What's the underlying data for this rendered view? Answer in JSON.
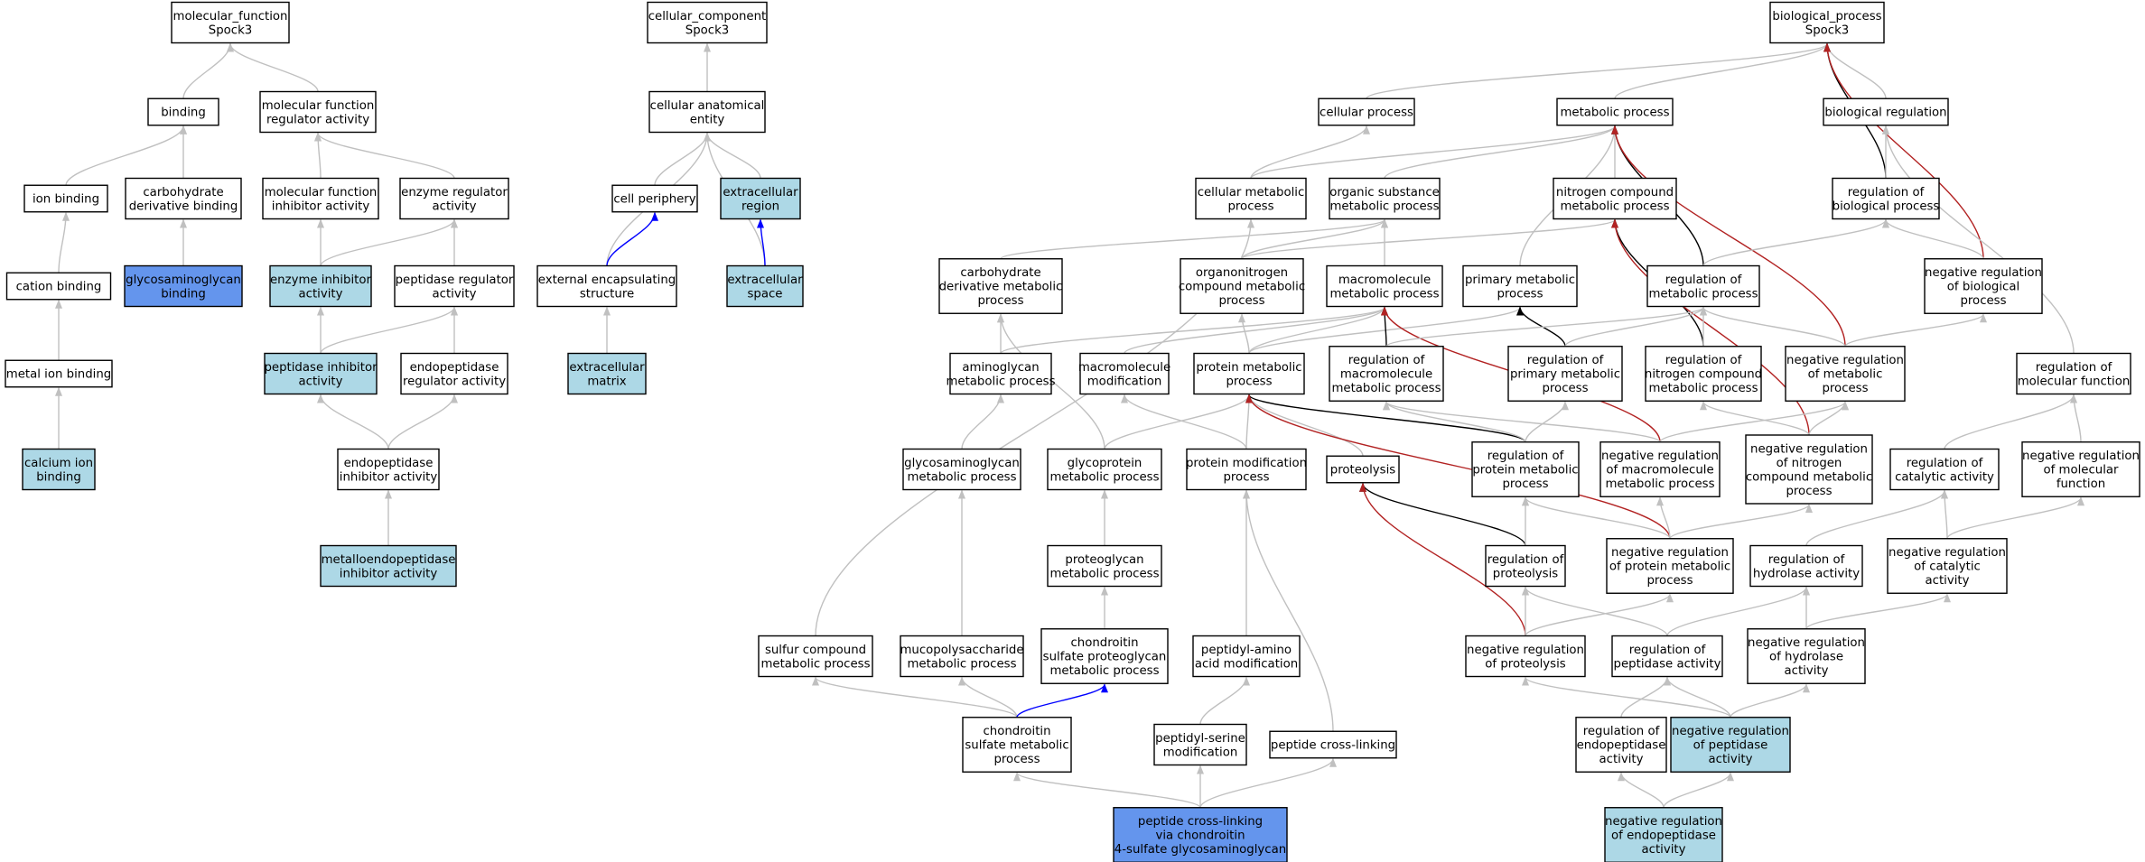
{
  "colors": {
    "default_fill": "#ffffff",
    "query": "#6495ed",
    "annotated": "#add8e6",
    "is_a": "#c0c0c0",
    "part_of": "#0000ff",
    "regulates": "#000000",
    "negatively_regulates": "#b22222"
  },
  "nodes": [
    {
      "id": "mf_root",
      "lines": [
        "molecular_function",
        "Spock3"
      ],
      "style": "default"
    },
    {
      "id": "binding",
      "lines": [
        "binding"
      ],
      "style": "default"
    },
    {
      "id": "mf_reg",
      "lines": [
        "molecular function",
        "regulator activity"
      ],
      "style": "default"
    },
    {
      "id": "ion_binding",
      "lines": [
        "ion binding"
      ],
      "style": "default"
    },
    {
      "id": "carb_deriv_binding",
      "lines": [
        "carbohydrate",
        "derivative binding"
      ],
      "style": "default"
    },
    {
      "id": "mf_inhib",
      "lines": [
        "molecular function",
        "inhibitor activity"
      ],
      "style": "default"
    },
    {
      "id": "enz_reg",
      "lines": [
        "enzyme regulator",
        "activity"
      ],
      "style": "default"
    },
    {
      "id": "cation_binding",
      "lines": [
        "cation binding"
      ],
      "style": "default"
    },
    {
      "id": "gag_binding",
      "lines": [
        "glycosaminoglycan",
        "binding"
      ],
      "style": "query"
    },
    {
      "id": "enz_inhib",
      "lines": [
        "enzyme inhibitor",
        "activity"
      ],
      "style": "annotated"
    },
    {
      "id": "pep_reg",
      "lines": [
        "peptidase regulator",
        "activity"
      ],
      "style": "default"
    },
    {
      "id": "metal_ion",
      "lines": [
        "metal ion binding"
      ],
      "style": "default"
    },
    {
      "id": "pep_inhib",
      "lines": [
        "peptidase inhibitor",
        "activity"
      ],
      "style": "annotated"
    },
    {
      "id": "endopep_reg",
      "lines": [
        "endopeptidase",
        "regulator activity"
      ],
      "style": "default"
    },
    {
      "id": "calcium",
      "lines": [
        "calcium ion",
        "binding"
      ],
      "style": "annotated"
    },
    {
      "id": "endopep_inhib",
      "lines": [
        "endopeptidase",
        "inhibitor activity"
      ],
      "style": "default"
    },
    {
      "id": "metallo",
      "lines": [
        "metalloendopeptidase",
        "inhibitor activity"
      ],
      "style": "annotated"
    },
    {
      "id": "cc_root",
      "lines": [
        "cellular_component",
        "Spock3"
      ],
      "style": "default"
    },
    {
      "id": "cae",
      "lines": [
        "cellular anatomical",
        "entity"
      ],
      "style": "default"
    },
    {
      "id": "periphery",
      "lines": [
        "cell periphery"
      ],
      "style": "default"
    },
    {
      "id": "ec_region",
      "lines": [
        "extracellular",
        "region"
      ],
      "style": "annotated"
    },
    {
      "id": "ext_encap",
      "lines": [
        "external encapsulating",
        "structure"
      ],
      "style": "default"
    },
    {
      "id": "ec_space",
      "lines": [
        "extracellular",
        "space"
      ],
      "style": "annotated"
    },
    {
      "id": "ec_matrix",
      "lines": [
        "extracellular",
        "matrix"
      ],
      "style": "annotated"
    },
    {
      "id": "bp_root",
      "lines": [
        "biological_process",
        "Spock3"
      ],
      "style": "default"
    },
    {
      "id": "cellular_proc",
      "lines": [
        "cellular process"
      ],
      "style": "default"
    },
    {
      "id": "metabolic",
      "lines": [
        "metabolic process"
      ],
      "style": "default"
    },
    {
      "id": "bio_reg",
      "lines": [
        "biological regulation"
      ],
      "style": "default"
    },
    {
      "id": "cell_met",
      "lines": [
        "cellular metabolic",
        "process"
      ],
      "style": "default"
    },
    {
      "id": "org_sub",
      "lines": [
        "organic substance",
        "metabolic process"
      ],
      "style": "default"
    },
    {
      "id": "nitrogen",
      "lines": [
        "nitrogen compound",
        "metabolic process"
      ],
      "style": "default"
    },
    {
      "id": "reg_bio",
      "lines": [
        "regulation of",
        "biological process"
      ],
      "style": "default"
    },
    {
      "id": "carb_deriv_met",
      "lines": [
        "carbohydrate",
        "derivative metabolic",
        "process"
      ],
      "style": "default"
    },
    {
      "id": "organonitrogen",
      "lines": [
        "organonitrogen",
        "compound metabolic",
        "process"
      ],
      "style": "default"
    },
    {
      "id": "macromol",
      "lines": [
        "macromolecule",
        "metabolic process"
      ],
      "style": "default"
    },
    {
      "id": "primary",
      "lines": [
        "primary metabolic",
        "process"
      ],
      "style": "default"
    },
    {
      "id": "reg_met",
      "lines": [
        "regulation of",
        "metabolic process"
      ],
      "style": "default"
    },
    {
      "id": "neg_reg_bio",
      "lines": [
        "negative regulation",
        "of biological",
        "process"
      ],
      "style": "default"
    },
    {
      "id": "aminoglycan",
      "lines": [
        "aminoglycan",
        "metabolic process"
      ],
      "style": "default"
    },
    {
      "id": "macromol_mod",
      "lines": [
        "macromolecule",
        "modification"
      ],
      "style": "default"
    },
    {
      "id": "protein_met",
      "lines": [
        "protein metabolic",
        "process"
      ],
      "style": "default"
    },
    {
      "id": "reg_macromol",
      "lines": [
        "regulation of",
        "macromolecule",
        "metabolic process"
      ],
      "style": "default"
    },
    {
      "id": "reg_primary",
      "lines": [
        "regulation of",
        "primary metabolic",
        "process"
      ],
      "style": "default"
    },
    {
      "id": "reg_nitrogen",
      "lines": [
        "regulation of",
        "nitrogen compound",
        "metabolic process"
      ],
      "style": "default"
    },
    {
      "id": "neg_reg_met",
      "lines": [
        "negative regulation",
        "of metabolic",
        "process"
      ],
      "style": "default"
    },
    {
      "id": "reg_molfunc",
      "lines": [
        "regulation of",
        "molecular function"
      ],
      "style": "default"
    },
    {
      "id": "gag_met",
      "lines": [
        "glycosaminoglycan",
        "metabolic process"
      ],
      "style": "default"
    },
    {
      "id": "glycoprotein",
      "lines": [
        "glycoprotein",
        "metabolic process"
      ],
      "style": "default"
    },
    {
      "id": "prot_mod",
      "lines": [
        "protein modification",
        "process"
      ],
      "style": "default"
    },
    {
      "id": "proteolysis",
      "lines": [
        "proteolysis"
      ],
      "style": "default"
    },
    {
      "id": "reg_prot_met",
      "lines": [
        "regulation of",
        "protein metabolic",
        "process"
      ],
      "style": "default"
    },
    {
      "id": "neg_reg_macromol",
      "lines": [
        "negative regulation",
        "of macromolecule",
        "metabolic process"
      ],
      "style": "default"
    },
    {
      "id": "neg_reg_nitrogen",
      "lines": [
        "negative regulation",
        "of nitrogen",
        "compound metabolic",
        "process"
      ],
      "style": "default"
    },
    {
      "id": "reg_catalytic",
      "lines": [
        "regulation of",
        "catalytic activity"
      ],
      "style": "default"
    },
    {
      "id": "neg_reg_molfunc",
      "lines": [
        "negative regulation",
        "of molecular",
        "function"
      ],
      "style": "default"
    },
    {
      "id": "proteoglycan",
      "lines": [
        "proteoglycan",
        "metabolic process"
      ],
      "style": "default"
    },
    {
      "id": "reg_proteolysis",
      "lines": [
        "regulation of",
        "proteolysis"
      ],
      "style": "default"
    },
    {
      "id": "neg_reg_prot_met",
      "lines": [
        "negative regulation",
        "of protein metabolic",
        "process"
      ],
      "style": "default"
    },
    {
      "id": "reg_hydrolase",
      "lines": [
        "regulation of",
        "hydrolase activity"
      ],
      "style": "default"
    },
    {
      "id": "neg_reg_catalytic",
      "lines": [
        "negative regulation",
        "of catalytic",
        "activity"
      ],
      "style": "default"
    },
    {
      "id": "sulfur",
      "lines": [
        "sulfur compound",
        "metabolic process"
      ],
      "style": "default"
    },
    {
      "id": "mucopoly",
      "lines": [
        "mucopolysaccharide",
        "metabolic process"
      ],
      "style": "default"
    },
    {
      "id": "chondroitin_pg",
      "lines": [
        "chondroitin",
        "sulfate proteoglycan",
        "metabolic process"
      ],
      "style": "default"
    },
    {
      "id": "peptidyl_amino",
      "lines": [
        "peptidyl-amino",
        "acid modification"
      ],
      "style": "default"
    },
    {
      "id": "neg_reg_proteolysis",
      "lines": [
        "negative regulation",
        "of proteolysis"
      ],
      "style": "default"
    },
    {
      "id": "reg_peptidase",
      "lines": [
        "regulation of",
        "peptidase activity"
      ],
      "style": "default"
    },
    {
      "id": "neg_reg_hydrolase",
      "lines": [
        "negative regulation",
        "of hydrolase",
        "activity"
      ],
      "style": "default"
    },
    {
      "id": "chondroitin_sulf",
      "lines": [
        "chondroitin",
        "sulfate metabolic",
        "process"
      ],
      "style": "default"
    },
    {
      "id": "peptidyl_serine",
      "lines": [
        "peptidyl-serine",
        "modification"
      ],
      "style": "default"
    },
    {
      "id": "pep_crosslink",
      "lines": [
        "peptide cross-linking"
      ],
      "style": "default"
    },
    {
      "id": "reg_endopep",
      "lines": [
        "regulation of",
        "endopeptidase",
        "activity"
      ],
      "style": "default"
    },
    {
      "id": "neg_reg_peptidase",
      "lines": [
        "negative regulation",
        "of peptidase",
        "activity"
      ],
      "style": "annotated"
    },
    {
      "id": "pep_crosslink_cs",
      "lines": [
        "peptide cross-linking",
        "via chondroitin",
        "4-sulfate glycosaminoglycan"
      ],
      "style": "query"
    },
    {
      "id": "neg_reg_endopep",
      "lines": [
        "negative regulation",
        "of endopeptidase",
        "activity"
      ],
      "style": "annotated"
    }
  ],
  "edges": [
    [
      "binding",
      "mf_root",
      "is_a"
    ],
    [
      "mf_reg",
      "mf_root",
      "is_a"
    ],
    [
      "ion_binding",
      "binding",
      "is_a"
    ],
    [
      "carb_deriv_binding",
      "binding",
      "is_a"
    ],
    [
      "mf_inhib",
      "mf_reg",
      "is_a"
    ],
    [
      "enz_reg",
      "mf_reg",
      "is_a"
    ],
    [
      "cation_binding",
      "ion_binding",
      "is_a"
    ],
    [
      "gag_binding",
      "carb_deriv_binding",
      "is_a"
    ],
    [
      "enz_inhib",
      "mf_inhib",
      "is_a"
    ],
    [
      "enz_inhib",
      "enz_reg",
      "is_a"
    ],
    [
      "pep_reg",
      "enz_reg",
      "is_a"
    ],
    [
      "metal_ion",
      "cation_binding",
      "is_a"
    ],
    [
      "pep_inhib",
      "enz_inhib",
      "is_a"
    ],
    [
      "pep_inhib",
      "pep_reg",
      "is_a"
    ],
    [
      "endopep_reg",
      "pep_reg",
      "is_a"
    ],
    [
      "calcium",
      "metal_ion",
      "is_a"
    ],
    [
      "endopep_inhib",
      "pep_inhib",
      "is_a"
    ],
    [
      "endopep_inhib",
      "endopep_reg",
      "is_a"
    ],
    [
      "metallo",
      "endopep_inhib",
      "is_a"
    ],
    [
      "cae",
      "cc_root",
      "is_a"
    ],
    [
      "periphery",
      "cae",
      "is_a"
    ],
    [
      "ec_region",
      "cae",
      "is_a"
    ],
    [
      "ext_encap",
      "cae",
      "is_a"
    ],
    [
      "ec_space",
      "cae",
      "is_a"
    ],
    [
      "ext_encap",
      "periphery",
      "part_of"
    ],
    [
      "ec_space",
      "ec_region",
      "part_of"
    ],
    [
      "ec_matrix",
      "ext_encap",
      "is_a"
    ],
    [
      "cellular_proc",
      "bp_root",
      "is_a"
    ],
    [
      "metabolic",
      "bp_root",
      "is_a"
    ],
    [
      "bio_reg",
      "bp_root",
      "is_a"
    ],
    [
      "reg_bio",
      "bp_root",
      "regulates"
    ],
    [
      "neg_reg_bio",
      "bp_root",
      "negatively_regulates"
    ],
    [
      "cell_met",
      "cellular_proc",
      "is_a"
    ],
    [
      "cell_met",
      "metabolic",
      "is_a"
    ],
    [
      "org_sub",
      "metabolic",
      "is_a"
    ],
    [
      "nitrogen",
      "metabolic",
      "is_a"
    ],
    [
      "primary",
      "metabolic",
      "is_a"
    ],
    [
      "reg_met",
      "metabolic",
      "regulates"
    ],
    [
      "neg_reg_met",
      "metabolic",
      "negatively_regulates"
    ],
    [
      "reg_bio",
      "bio_reg",
      "is_a"
    ],
    [
      "reg_molfunc",
      "bio_reg",
      "is_a"
    ],
    [
      "carb_deriv_met",
      "org_sub",
      "is_a"
    ],
    [
      "organonitrogen",
      "org_sub",
      "is_a"
    ],
    [
      "macromol",
      "org_sub",
      "is_a"
    ],
    [
      "organonitrogen",
      "nitrogen",
      "is_a"
    ],
    [
      "reg_nitrogen",
      "nitrogen",
      "regulates"
    ],
    [
      "neg_reg_nitrogen",
      "nitrogen",
      "negatively_regulates"
    ],
    [
      "reg_met",
      "reg_bio",
      "is_a"
    ],
    [
      "neg_reg_bio",
      "reg_bio",
      "is_a"
    ],
    [
      "aminoglycan",
      "carb_deriv_met",
      "is_a"
    ],
    [
      "aminoglycan",
      "macromol",
      "is_a"
    ],
    [
      "protein_met",
      "organonitrogen",
      "is_a"
    ],
    [
      "protein_met",
      "macromol",
      "is_a"
    ],
    [
      "protein_met",
      "primary",
      "is_a"
    ],
    [
      "macromol_mod",
      "macromol",
      "is_a"
    ],
    [
      "reg_macromol",
      "macromol",
      "regulates"
    ],
    [
      "neg_reg_macromol",
      "macromol",
      "negatively_regulates"
    ],
    [
      "reg_primary",
      "primary",
      "regulates"
    ],
    [
      "reg_macromol",
      "reg_met",
      "is_a"
    ],
    [
      "reg_primary",
      "reg_met",
      "is_a"
    ],
    [
      "reg_nitrogen",
      "reg_met",
      "is_a"
    ],
    [
      "neg_reg_met",
      "reg_met",
      "is_a"
    ],
    [
      "neg_reg_met",
      "neg_reg_bio",
      "is_a"
    ],
    [
      "gag_met",
      "aminoglycan",
      "is_a"
    ],
    [
      "glycoprotein",
      "carb_deriv_met",
      "is_a"
    ],
    [
      "glycoprotein",
      "protein_met",
      "is_a"
    ],
    [
      "prot_mod",
      "protein_met",
      "is_a"
    ],
    [
      "prot_mod",
      "macromol_mod",
      "is_a"
    ],
    [
      "proteolysis",
      "protein_met",
      "is_a"
    ],
    [
      "reg_prot_met",
      "protein_met",
      "regulates"
    ],
    [
      "neg_reg_prot_met",
      "protein_met",
      "negatively_regulates"
    ],
    [
      "reg_prot_met",
      "reg_macromol",
      "is_a"
    ],
    [
      "reg_prot_met",
      "reg_primary",
      "is_a"
    ],
    [
      "neg_reg_macromol",
      "reg_macromol",
      "is_a"
    ],
    [
      "neg_reg_macromol",
      "neg_reg_met",
      "is_a"
    ],
    [
      "neg_reg_nitrogen",
      "reg_nitrogen",
      "is_a"
    ],
    [
      "neg_reg_nitrogen",
      "neg_reg_met",
      "is_a"
    ],
    [
      "reg_catalytic",
      "reg_molfunc",
      "is_a"
    ],
    [
      "neg_reg_molfunc",
      "reg_molfunc",
      "is_a"
    ],
    [
      "proteoglycan",
      "glycoprotein",
      "is_a"
    ],
    [
      "reg_proteolysis",
      "proteolysis",
      "regulates"
    ],
    [
      "neg_reg_proteolysis",
      "proteolysis",
      "negatively_regulates"
    ],
    [
      "reg_proteolysis",
      "reg_prot_met",
      "is_a"
    ],
    [
      "neg_reg_prot_met",
      "reg_prot_met",
      "is_a"
    ],
    [
      "neg_reg_prot_met",
      "neg_reg_macromol",
      "is_a"
    ],
    [
      "neg_reg_prot_met",
      "neg_reg_nitrogen",
      "is_a"
    ],
    [
      "reg_hydrolase",
      "reg_catalytic",
      "is_a"
    ],
    [
      "neg_reg_catalytic",
      "reg_catalytic",
      "is_a"
    ],
    [
      "neg_reg_catalytic",
      "neg_reg_molfunc",
      "is_a"
    ],
    [
      "sulfur",
      "cell_met",
      "is_a"
    ],
    [
      "mucopoly",
      "gag_met",
      "is_a"
    ],
    [
      "chondroitin_pg",
      "proteoglycan",
      "is_a"
    ],
    [
      "peptidyl_amino",
      "prot_mod",
      "is_a"
    ],
    [
      "neg_reg_proteolysis",
      "reg_proteolysis",
      "is_a"
    ],
    [
      "neg_reg_proteolysis",
      "neg_reg_prot_met",
      "is_a"
    ],
    [
      "reg_peptidase",
      "reg_proteolysis",
      "is_a"
    ],
    [
      "reg_peptidase",
      "reg_hydrolase",
      "is_a"
    ],
    [
      "neg_reg_hydrolase",
      "reg_hydrolase",
      "is_a"
    ],
    [
      "neg_reg_hydrolase",
      "neg_reg_catalytic",
      "is_a"
    ],
    [
      "chondroitin_sulf",
      "sulfur",
      "is_a"
    ],
    [
      "chondroitin_sulf",
      "mucopoly",
      "is_a"
    ],
    [
      "chondroitin_sulf",
      "chondroitin_pg",
      "part_of"
    ],
    [
      "peptidyl_serine",
      "peptidyl_amino",
      "is_a"
    ],
    [
      "pep_crosslink",
      "prot_mod",
      "is_a"
    ],
    [
      "reg_endopep",
      "reg_peptidase",
      "is_a"
    ],
    [
      "neg_reg_peptidase",
      "neg_reg_proteolysis",
      "is_a"
    ],
    [
      "neg_reg_peptidase",
      "reg_peptidase",
      "is_a"
    ],
    [
      "neg_reg_peptidase",
      "neg_reg_hydrolase",
      "is_a"
    ],
    [
      "pep_crosslink_cs",
      "chondroitin_sulf",
      "is_a"
    ],
    [
      "pep_crosslink_cs",
      "peptidyl_serine",
      "is_a"
    ],
    [
      "pep_crosslink_cs",
      "pep_crosslink",
      "is_a"
    ],
    [
      "neg_reg_endopep",
      "reg_endopep",
      "is_a"
    ],
    [
      "neg_reg_endopep",
      "neg_reg_peptidase",
      "is_a"
    ]
  ]
}
